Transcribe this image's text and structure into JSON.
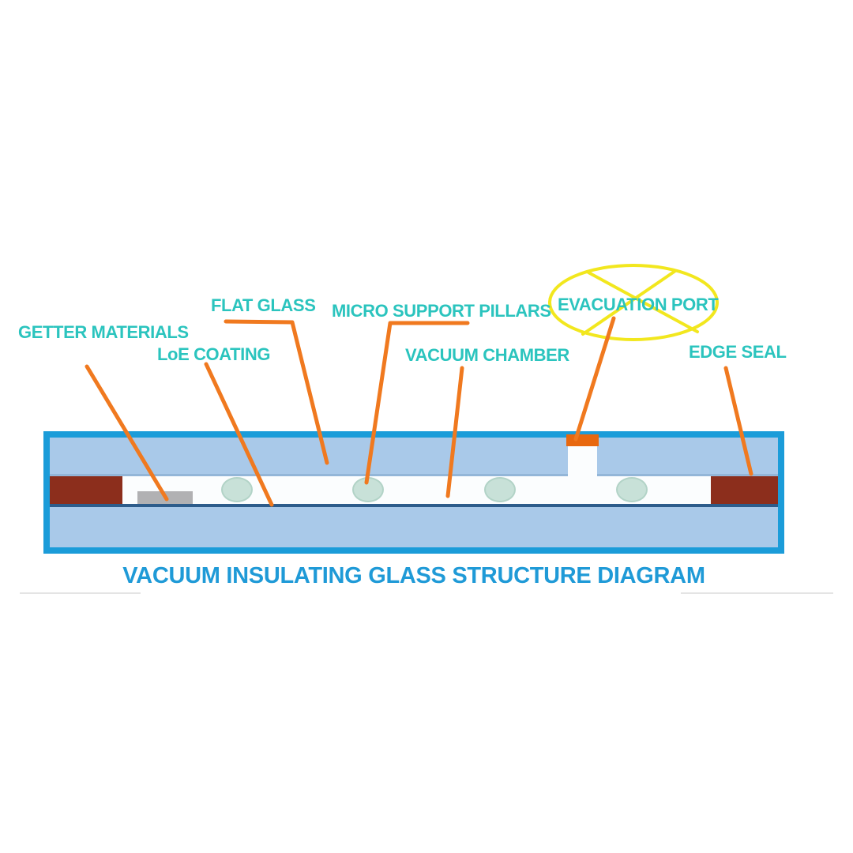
{
  "title": "VACUUM INSULATING GLASS STRUCTURE DIAGRAM",
  "labels": {
    "getter_materials": "GETTER MATERIALS",
    "flat_glass": "FLAT GLASS",
    "loe_coating": "LoE COATING",
    "micro_support_pillars": "MICRO SUPPORT PILLARS",
    "vacuum_chamber": "VACUUM CHAMBER",
    "evacuation_port": "EVACUATION PORT",
    "edge_seal": "EDGE SEAL"
  },
  "diagram": {
    "type": "cross-section",
    "parts": [
      "flat-glass-top-pane",
      "flat-glass-bottom-pane",
      "vacuum-chamber",
      "loe-coating-layer",
      "edge-seal-left",
      "edge-seal-right",
      "getter-material-block",
      "micro-support-pillars (4)",
      "evacuation-port (crossed out with yellow ellipse)"
    ],
    "pillar_count": 4
  },
  "colors": {
    "background": "#ffffff",
    "label_teal": "#2bc4be",
    "title_blue": "#1f9ad7",
    "frame_blue": "#1b9cd9",
    "glass_blue": "#a9c9e9",
    "pane_edge_blue": "#93b6d8",
    "chamber_white": "#fbfdfe",
    "seal_brown": "#8c2e1c",
    "getter_gray": "#b1b1b3",
    "pillar_green": "#c8e1d8",
    "pillar_edge": "#b2d3c7",
    "loe_navy": "#2d5c8b",
    "leader_orange": "#f0791f",
    "port_orange": "#e8680f",
    "ellipse_yellow": "#f2e71e"
  }
}
